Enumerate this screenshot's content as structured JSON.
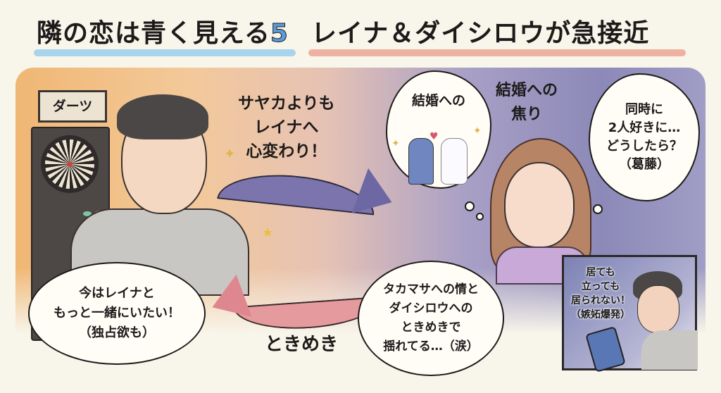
{
  "title": {
    "series": "隣の恋は青く見える",
    "number": "5",
    "subtitle": "レイナ＆ダイシロウが急接近",
    "colors": {
      "underline_left": "#a8d4ee",
      "underline_right": "#efb1a2",
      "number": "#5a9bd8"
    }
  },
  "scene": {
    "darts_sign": "ダーツ",
    "arrow_top_label": "サヤカよりも\nレイナへ\n心変わり！",
    "arrow_bottom_label": "ときめき",
    "man_speech": "今はレイナと\nもっと一緒にいたい！\n（独占欲も）",
    "wedding_thought": "結婚への",
    "woman_caption": "結婚への\n焦り",
    "woman_thought": "同時に\n2人好きに…\nどうしたら？\n（葛藤）",
    "woman_speech": "タカマサへの情と\nダイシロウへの\nときめきで\n揺れてる…（涙）",
    "inset_caption": "居ても\n立っても\n居られない！\n（嫉妬爆発）",
    "colors": {
      "bg_warm": "#f0b774",
      "bg_cool": "#8c89b8",
      "arrow_purple": "#7c74ad",
      "arrow_pink": "#e59a9e"
    }
  }
}
